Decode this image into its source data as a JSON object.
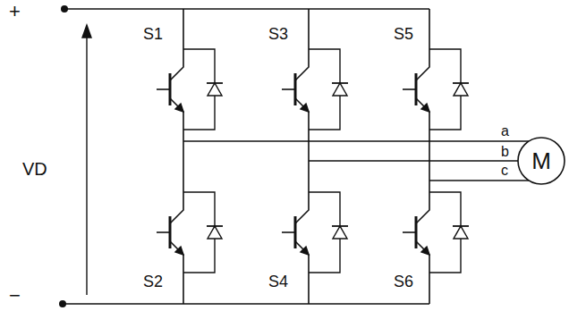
{
  "diagram": {
    "nodes": [
      {
        "text": [
          "M"
        ]
      }
    ],
    "edges": [],
    "labels": [
      "+",
      "−",
      "VD",
      "S1",
      "S3",
      "S5",
      "S2",
      "S4",
      "S6",
      "a",
      "b",
      "c"
    ]
  }
}
